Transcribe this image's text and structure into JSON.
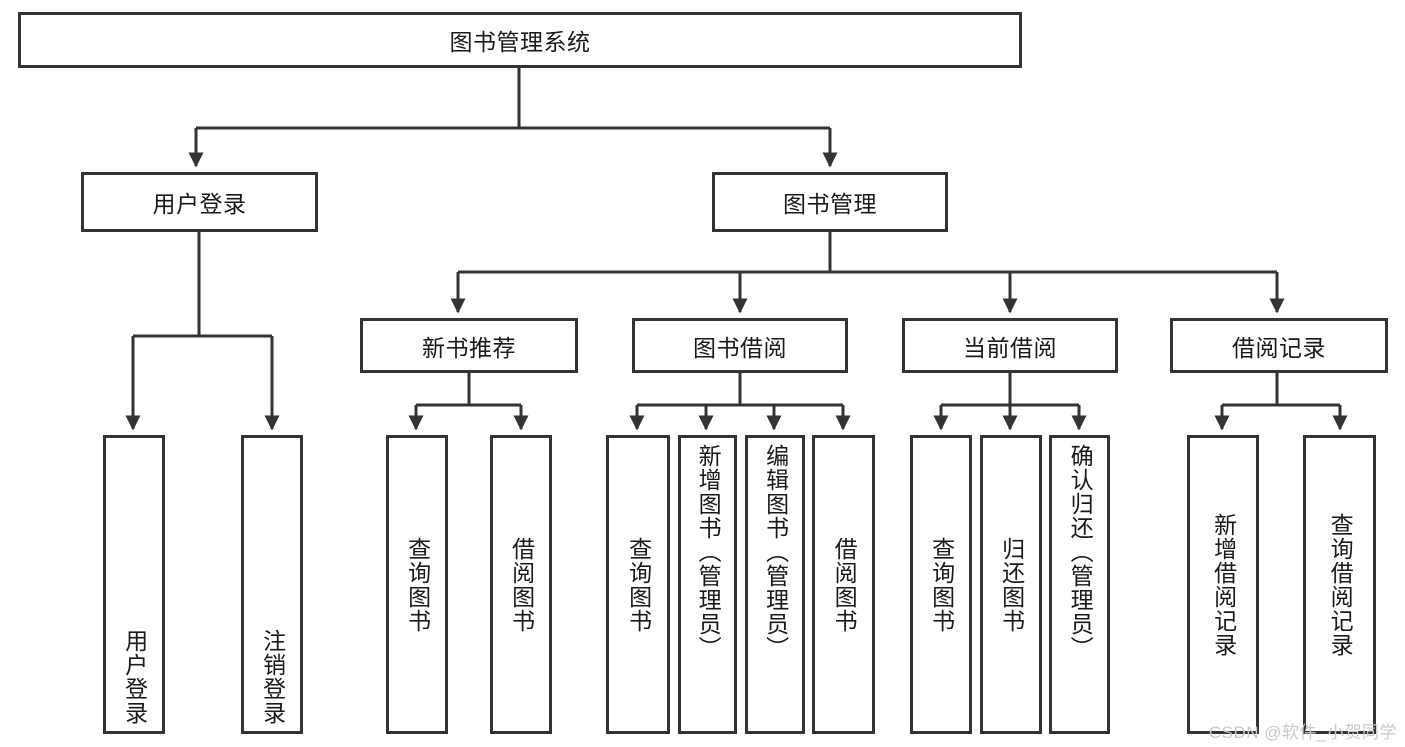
{
  "diagram": {
    "title_node": {
      "label": "图书管理系统"
    },
    "level1": [
      {
        "label": "用户登录"
      },
      {
        "label": "图书管理"
      }
    ],
    "level2": [
      {
        "label": "新书推荐"
      },
      {
        "label": "图书借阅"
      },
      {
        "label": "当前借阅"
      },
      {
        "label": "借阅记录"
      }
    ],
    "leaves": {
      "user_login": [
        {
          "label": "用户登录"
        },
        {
          "label": "注销登录"
        }
      ],
      "new_book": [
        {
          "label": "查询图书"
        },
        {
          "label": "借阅图书"
        }
      ],
      "book_borrow": [
        {
          "label": "查询图书"
        },
        {
          "label": "新增图书（管理员）"
        },
        {
          "label": "编辑图书（管理员）"
        },
        {
          "label": "借阅图书"
        }
      ],
      "current_borrow": [
        {
          "label": "查询图书"
        },
        {
          "label": "归还图书"
        },
        {
          "label": "确认归还（管理员）"
        }
      ],
      "borrow_record": [
        {
          "label": "新增借阅记录"
        },
        {
          "label": "查询借阅记录"
        }
      ]
    }
  },
  "watermark": {
    "text": "CSDN @软件_小贺同学"
  },
  "colors": {
    "line": "#333333",
    "box_border": "#333333",
    "box_fill": "#ffffff",
    "text": "#1a1a1a",
    "watermark": "#c9c9c9"
  }
}
